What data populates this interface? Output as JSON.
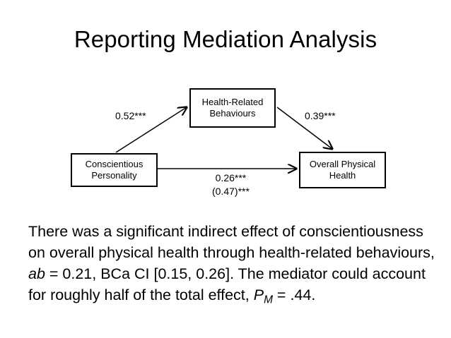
{
  "slide": {
    "title": "Reporting Mediation Analysis",
    "background_color": "#ffffff",
    "text_color": "#000000"
  },
  "diagram": {
    "type": "mediation-path-diagram",
    "nodes": {
      "predictor": {
        "line1": "Conscientious",
        "line2": "Personality"
      },
      "mediator": {
        "line1": "Health-Related",
        "line2": "Behaviours"
      },
      "outcome": {
        "line1": "Overall Physical",
        "line2": "Health"
      }
    },
    "paths": {
      "a_label": "0.52***",
      "b_label": "0.39***",
      "c_prime_label": "0.26***",
      "c_total_label": "(0.47)***"
    }
  },
  "body": {
    "part1": "There was a significant indirect effect of conscientiousness on overall physical health through health-related behaviours, ",
    "ab_symbol": "ab",
    "part2": " = 0.21, BCa CI [0.15, 0.26]. The mediator could account for roughly half of the total effect, ",
    "pm_symbol": "P",
    "pm_subscript": "M",
    "part3": " = .44."
  }
}
